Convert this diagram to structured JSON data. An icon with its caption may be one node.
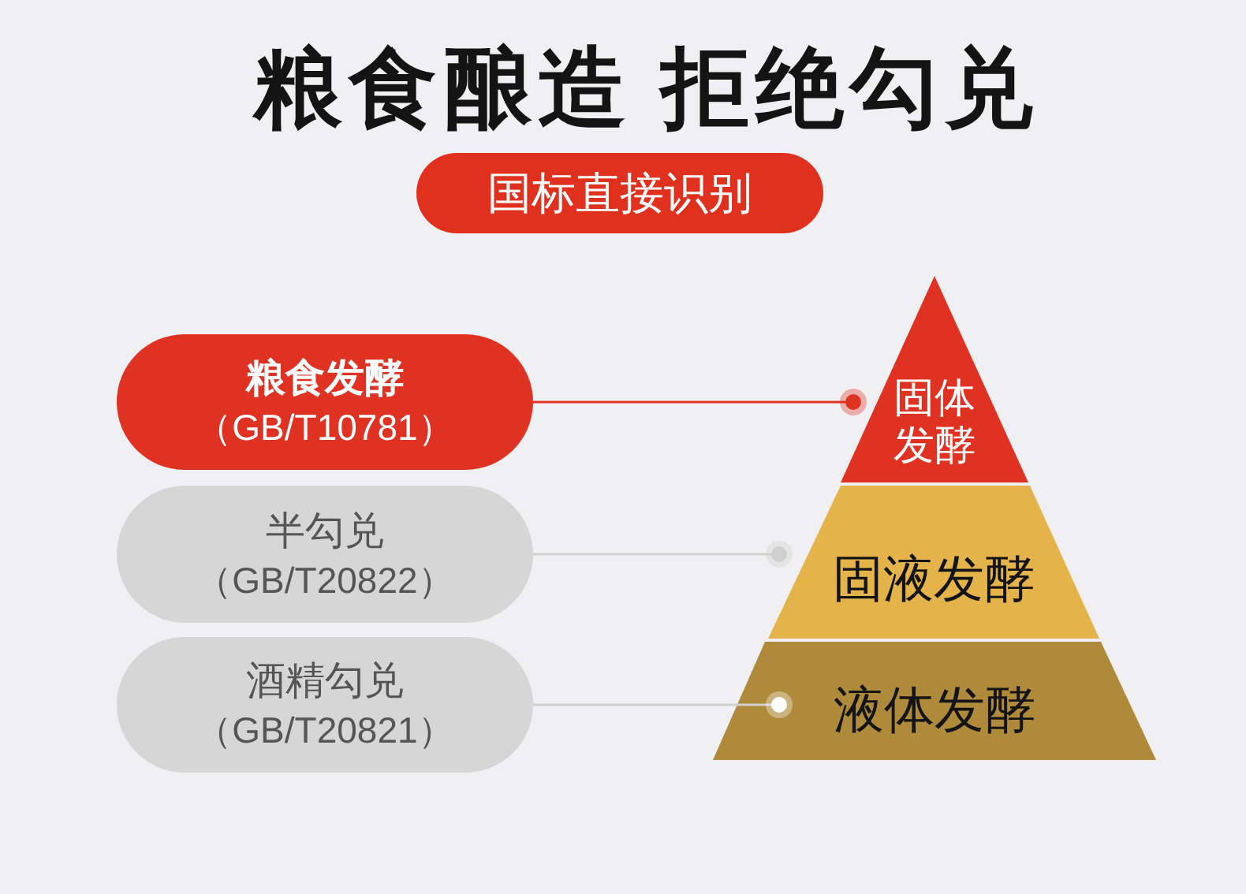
{
  "diagram": {
    "title": "粮食酿造 拒绝勾兑",
    "nodes": [
      {
        "text": [
          "国标直接识别"
        ]
      },
      {
        "text": [
          "粮食发酵",
          "（GB/T10781）"
        ]
      },
      {
        "text": [
          "半勾兑",
          "（GB/T20822）"
        ]
      },
      {
        "text": [
          "酒精勾兑",
          "（GB/T20821）"
        ]
      },
      {
        "text": [
          "固体发酵"
        ]
      },
      {
        "text": [
          "固液发酵"
        ]
      },
      {
        "text": [
          "液体发酵"
        ]
      }
    ],
    "edges": [
      {
        "from": 1,
        "to": 4,
        "arrow": "other",
        "color": "#e03222"
      },
      {
        "from": 2,
        "to": 5,
        "arrow": "other"
      },
      {
        "from": 3,
        "to": 6,
        "arrow": "other"
      }
    ]
  }
}
